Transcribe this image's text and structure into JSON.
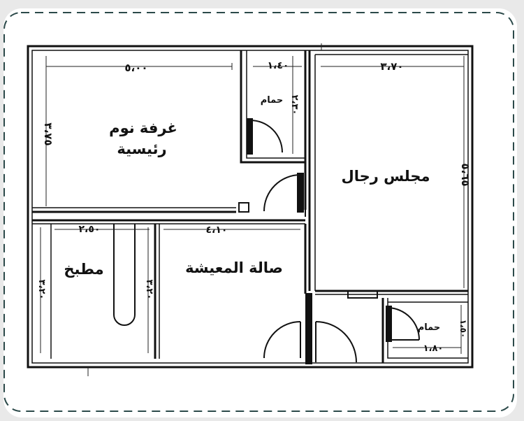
{
  "rooms": {
    "master_bedroom": {
      "line1": "غرفة نوم",
      "line2": "رئيسية"
    },
    "top_bath": "حمام",
    "mens_majlis": "مجلس رجال",
    "kitchen": "مطبخ",
    "living_hall": "صالة المعيشة",
    "small_bath": "حمام"
  },
  "dimensions": {
    "bedroom_width": "٥،٠٠",
    "bedroom_height": "٣،٧٥",
    "top_bath_width": "١،٤٠",
    "top_bath_height": "٢،٣٠",
    "majlis_width": "٣،٧٠",
    "majlis_height": "٥،٦٥",
    "kitchen_width": "٢،٥٠",
    "kitchen_height": "٣،٢٠",
    "living_width": "٤،١٠",
    "living_height": "٣،٢٠",
    "small_bath_width": "١،٨٠",
    "small_bath_height": "١،٥٠"
  },
  "colors": {
    "background": "#e9e9e9",
    "card": "#ffffff",
    "wall": "#111111",
    "dashed_border": "#2c4a4a"
  }
}
